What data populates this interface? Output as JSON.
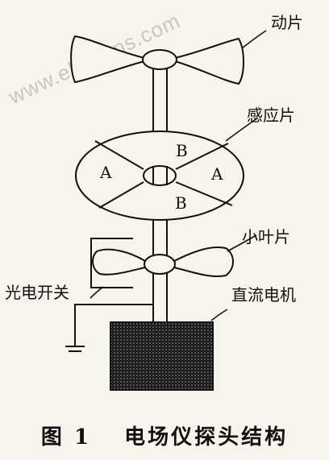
{
  "labels": {
    "moving_blade": "动片",
    "induction_plate": "感应片",
    "small_blade": "小叶片",
    "photo_switch": "光电开关",
    "dc_motor": "直流电机"
  },
  "sectors": {
    "a_left": "A",
    "a_right": "A",
    "b_top": "B",
    "b_bottom": "B"
  },
  "caption": "图 1　 电场仪探头结构",
  "watermark": "www.elecfans.com",
  "colors": {
    "ink": "#111111",
    "paper": "#f7f4ec",
    "motor_fill": "#6b6b6b"
  }
}
